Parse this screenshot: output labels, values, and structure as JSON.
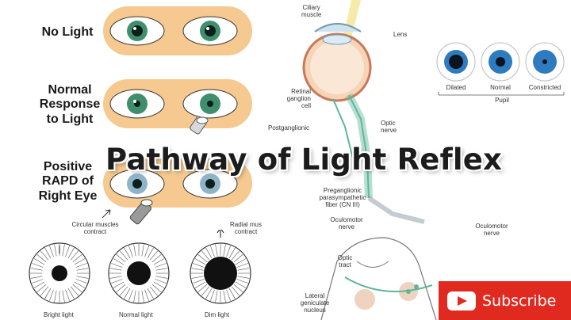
{
  "title": "Pathway of Light Reflex",
  "eye_rows": {
    "no_light": "No Light",
    "normal_response": "Normal Response to Light",
    "positive_rapd": "Positive RAPD of Right Eye"
  },
  "eye_rows_lines": {
    "normal_1": "Normal",
    "normal_2": "Response",
    "normal_3": "to Light",
    "rapd_1": "Positive",
    "rapd_2": "RAPD of",
    "rapd_3": "Right Eye"
  },
  "muscle_diagram": {
    "circular_label_1": "Circular muscles",
    "circular_label_2": "contract",
    "radial_label_1": "Radial mus",
    "radial_label_2": "contract",
    "captions": [
      "Bright light",
      "Normal light",
      "Dim light"
    ]
  },
  "pathway_labels": {
    "ciliary_1": "Ciliary",
    "ciliary_2": "muscle",
    "lens": "Lens",
    "retinal_1": "Retinal",
    "retinal_2": "ganglion",
    "retinal_3": "cell",
    "postganglionic": "Postganglionic",
    "optic_1": "Optic",
    "optic_2": "nerve",
    "pregang_1": "Preganglionic",
    "pregang_2": "parasympathetic",
    "pregang_3": "fiber (CN III)",
    "oculomotor_left_1": "Oculomotor",
    "oculomotor_left_2": "nerve",
    "oculomotor_right_1": "Oculomotor",
    "oculomotor_right_2": "nerve",
    "tract_1": "Optic",
    "tract_2": "tract",
    "lgn_1": "Lateral",
    "lgn_2": "geniculate",
    "lgn_3": "nucleus"
  },
  "pupil_sizes": {
    "labels": [
      "Dilated",
      "Normal",
      "Constricted"
    ],
    "axis_label": "Pupil"
  },
  "subscribe": {
    "label": "Subscribe"
  },
  "colors": {
    "skin": "#f5c98f",
    "iris": "#3f8f6f",
    "pupil_iris_blue": "#2f7bbf",
    "subscribe_red": "#e02a20",
    "nerve_green": "#5fb79a"
  }
}
